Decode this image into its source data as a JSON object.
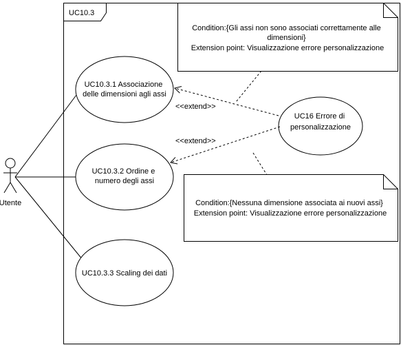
{
  "diagram": {
    "type": "uml-use-case",
    "system_boundary": {
      "label": "UC10.3"
    },
    "actor": {
      "label": "Utente"
    },
    "use_cases": [
      {
        "id": "uc1",
        "lines": [
          "UC10.3.1 Associazione",
          "delle dimensioni agli assi"
        ]
      },
      {
        "id": "uc2",
        "lines": [
          "UC10.3.2 Ordine e",
          "numero degli assi"
        ]
      },
      {
        "id": "uc3",
        "lines": [
          "UC10.3.3 Scaling dei dati"
        ]
      },
      {
        "id": "uc16",
        "lines": [
          "UC16 Errore di",
          "personalizzazione"
        ]
      }
    ],
    "extend_labels": [
      "<<extend>>",
      "<<extend>>"
    ],
    "notes": [
      {
        "lines": [
          "Condition:{Gli assi non sono associati correttamente alle",
          "dimensioni}",
          "Extension point: Visualizzazione errore personalizzazione"
        ]
      },
      {
        "lines": [
          "Condition:{Nessuna dimensione associata ai nuovi assi}",
          "Extension point: Visualizzazione errore personalizzazione"
        ]
      }
    ],
    "colors": {
      "stroke": "#000000",
      "background": "#ffffff"
    }
  }
}
